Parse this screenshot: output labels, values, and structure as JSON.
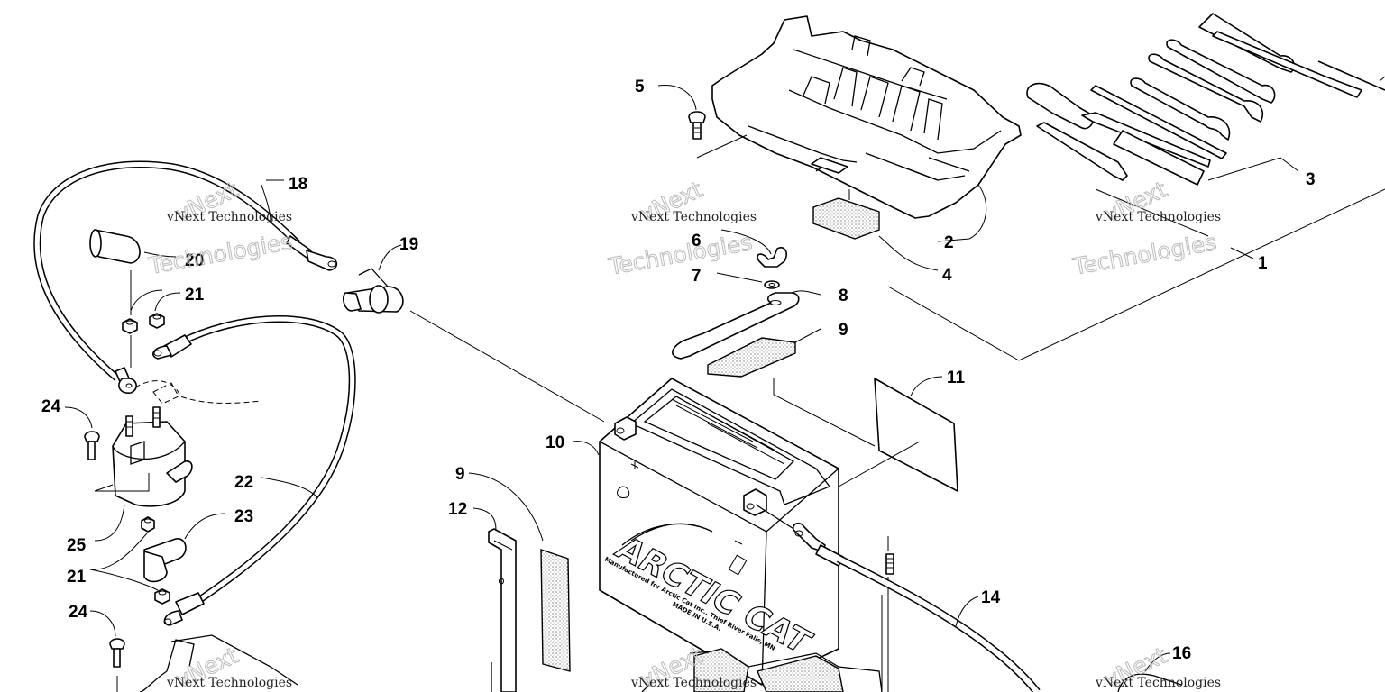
{
  "callouts": {
    "c1": "1",
    "c2": "2",
    "c3": "3",
    "c4": "4",
    "c5": "5",
    "c6": "6",
    "c7": "7",
    "c8": "8",
    "c9a": "9",
    "c9b": "9",
    "c10": "10",
    "c11": "11",
    "c12": "12",
    "c14": "14",
    "c16": "16",
    "c18": "18",
    "c19": "19",
    "c20": "20",
    "c21a": "21",
    "c21b": "21",
    "c22": "22",
    "c23": "23",
    "c24a": "24",
    "c24b": "24",
    "c25": "25"
  },
  "watermark": {
    "line1": "vNext Technologies",
    "line2": "Technologies",
    "arc": "vNext"
  },
  "battery": {
    "brand": "ARCTIC CAT",
    "maker_line": "Manufactured for Arctic Cat Inc., Thief River Falls, MN",
    "origin": "MADE IN U.S.A."
  },
  "colors": {
    "ink": "#000000",
    "paper": "#ffffff",
    "watermark": "#bbbbbb"
  }
}
